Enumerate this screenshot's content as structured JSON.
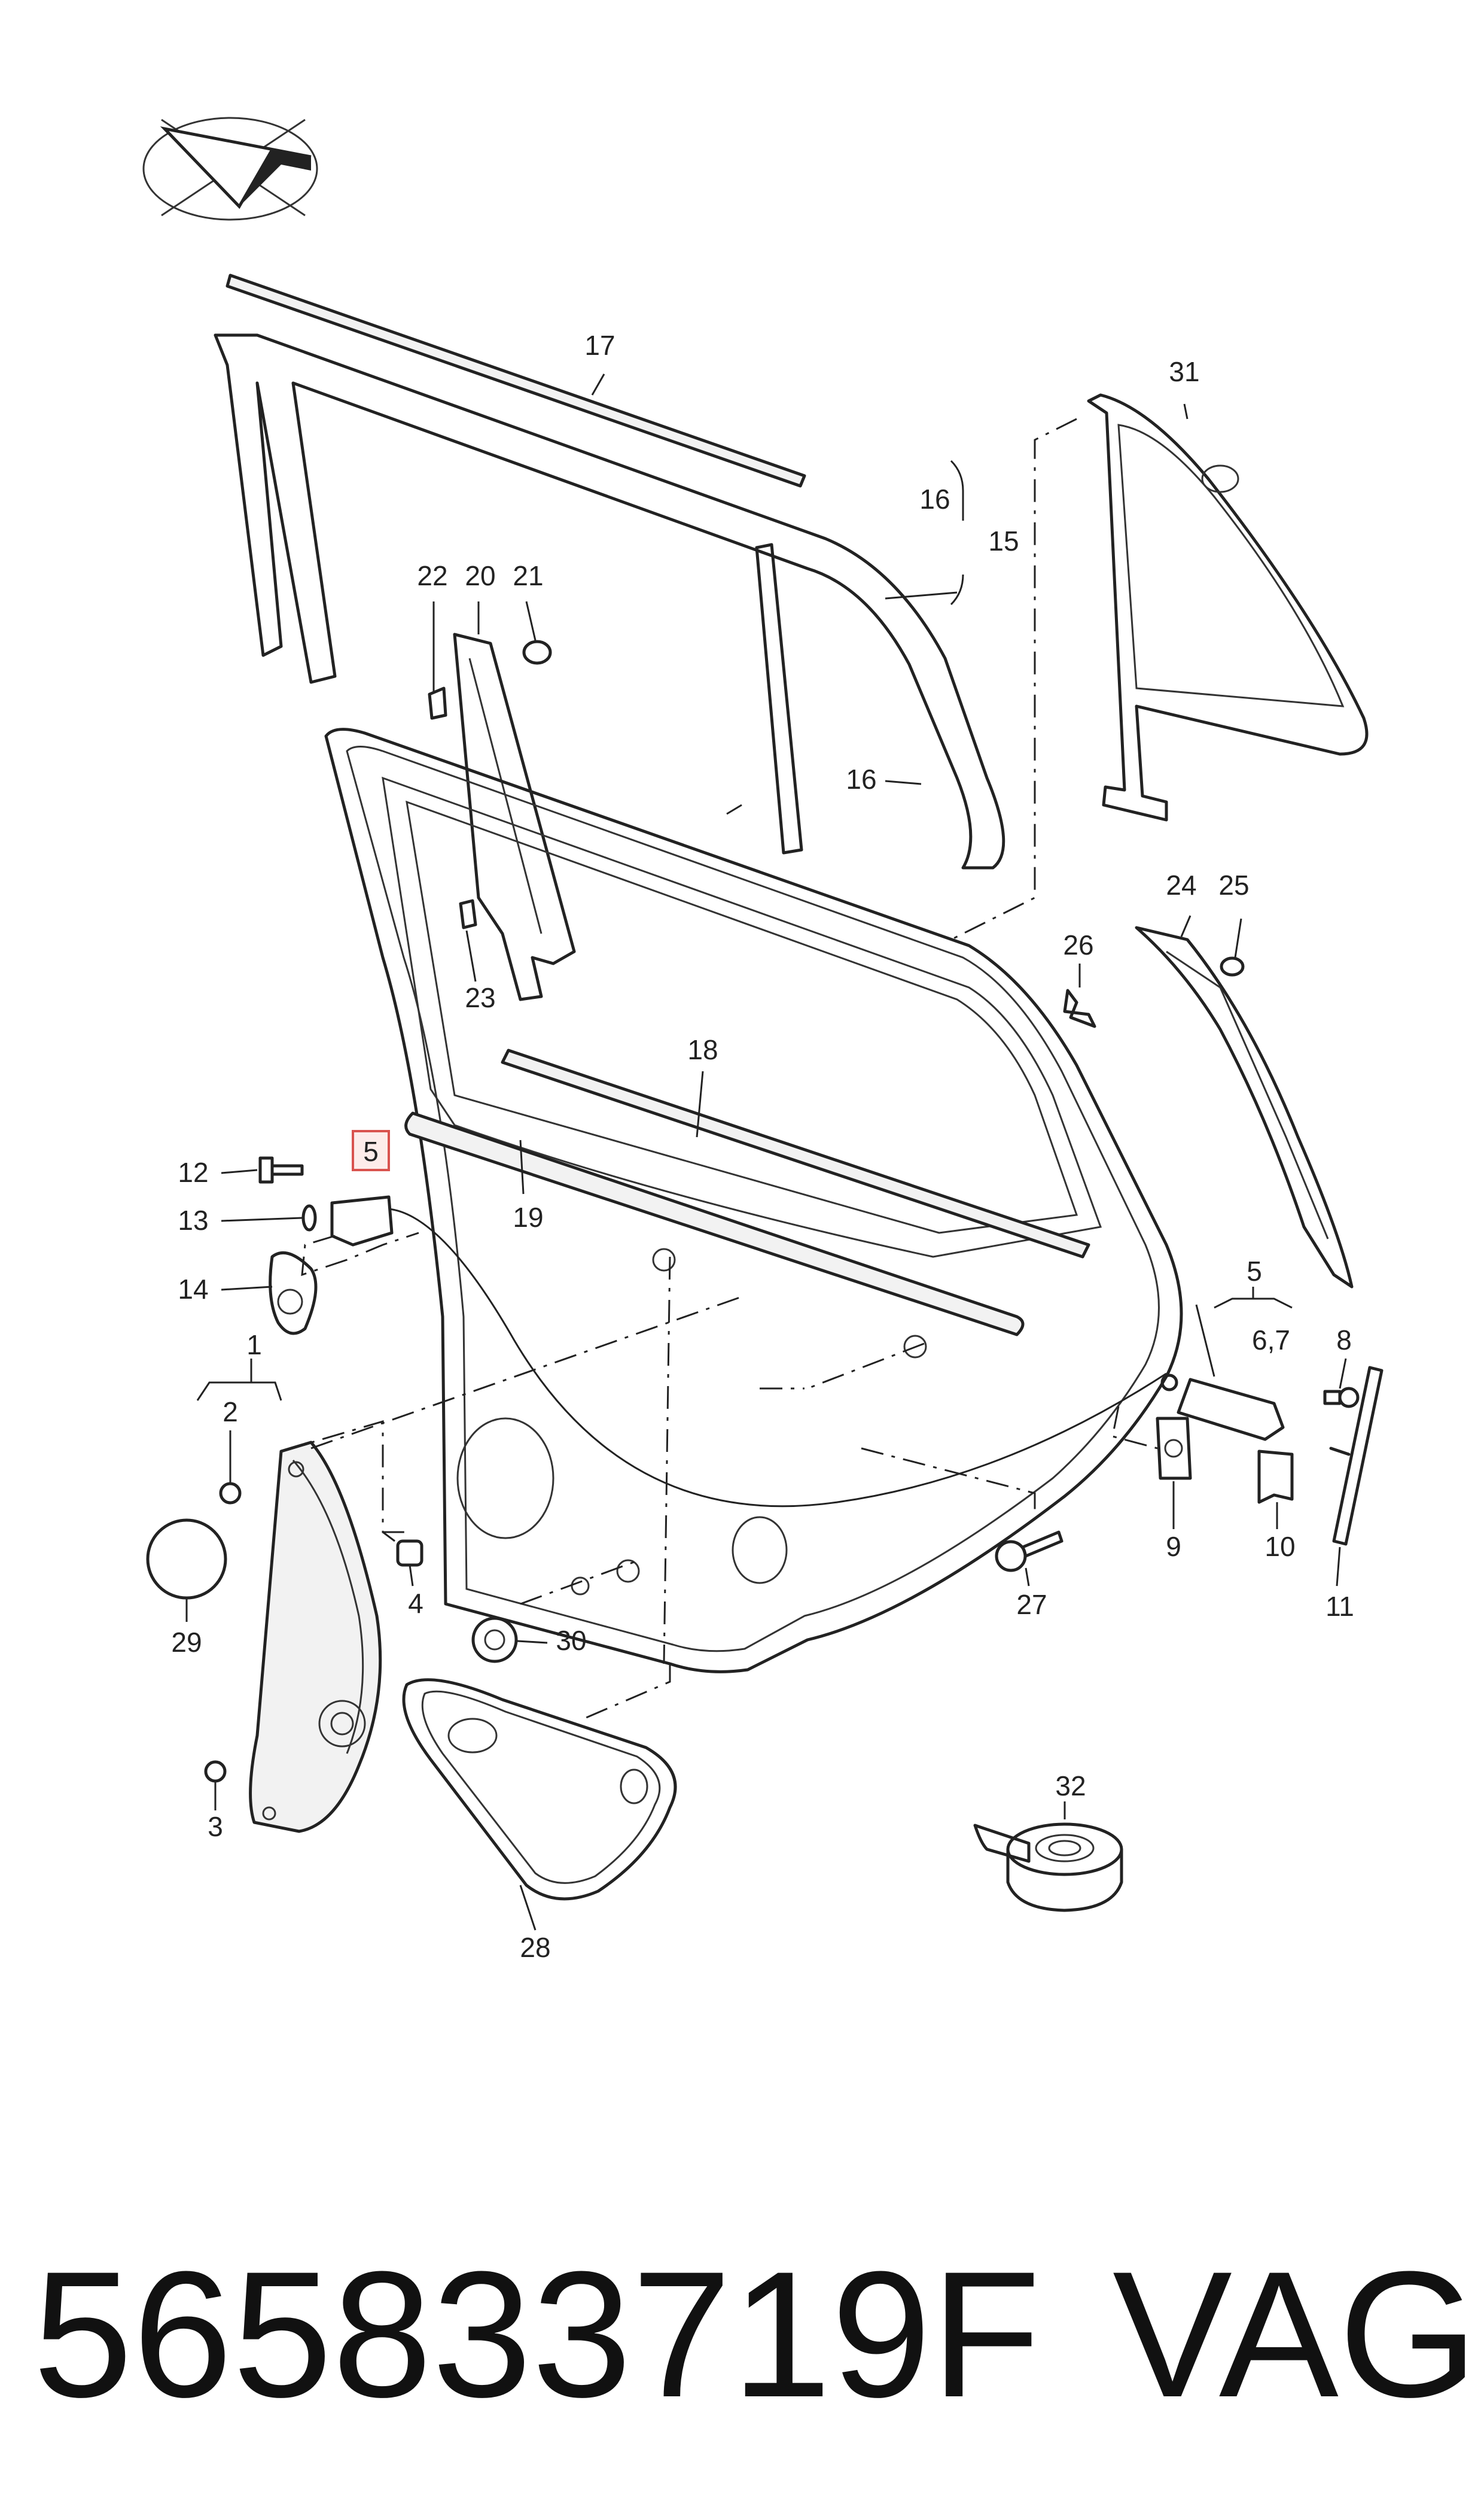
{
  "diagram": {
    "highlight_color": "#d9534f",
    "labels": {
      "l1": "1",
      "l2": "2",
      "l3": "3",
      "l4": "4",
      "l5_boxed": "5",
      "l5": "5",
      "l67": "6,7",
      "l8": "8",
      "l9": "9",
      "l10": "10",
      "l11": "11",
      "l12": "12",
      "l13": "13",
      "l14": "14",
      "l15": "15",
      "l16a": "16",
      "l16b": "16",
      "l17": "17",
      "l18": "18",
      "l19": "19",
      "l20": "20",
      "l21": "21",
      "l22": "22",
      "l23": "23",
      "l24": "24",
      "l25": "25",
      "l26": "26",
      "l27": "27",
      "l28": "28",
      "l29": "29",
      "l30": "30",
      "l31": "31",
      "l32": "32"
    },
    "icons": [
      "compass-orientation-icon"
    ]
  },
  "footer": {
    "part_number": "565833719F",
    "brand": "VAG"
  }
}
